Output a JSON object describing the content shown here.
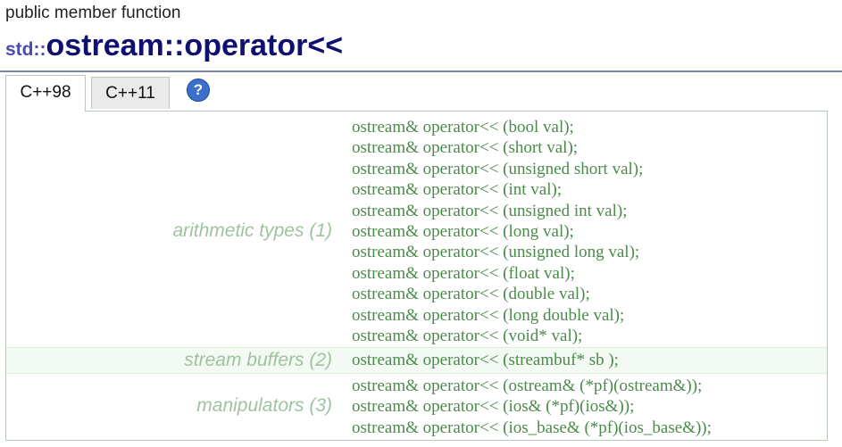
{
  "header": {
    "subtitle": "public member function",
    "namespace": "std::",
    "class_name": "ostream",
    "operator": "::operator<<"
  },
  "tabs": [
    {
      "label": "C++98",
      "active": true
    },
    {
      "label": "C++11",
      "active": false
    }
  ],
  "help_icon": "?",
  "groups": [
    {
      "label": "arithmetic types (1)",
      "declarations": [
        "ostream& operator<< (bool val);",
        "ostream& operator<< (short val);",
        "ostream& operator<< (unsigned short val);",
        "ostream& operator<< (int val);",
        "ostream& operator<< (unsigned int val);",
        "ostream& operator<< (long val);",
        "ostream& operator<< (unsigned long val);",
        "ostream& operator<< (float val);",
        "ostream& operator<< (double val);",
        "ostream& operator<< (long double val);",
        "ostream& operator<< (void* val);"
      ]
    },
    {
      "label": "stream buffers (2)",
      "declarations": [
        "ostream& operator<< (streambuf* sb );"
      ]
    },
    {
      "label": "manipulators (3)",
      "declarations": [
        "ostream& operator<< (ostream& (*pf)(ostream&));",
        "ostream& operator<< (ios& (*pf)(ios&));",
        "ostream& operator<< (ios_base& (*pf)(ios_base&));"
      ]
    }
  ],
  "colors": {
    "title_navy": "#101070",
    "namespace_blue": "#4a4ab6",
    "code_green": "#4b8a4b",
    "label_green": "#9fc39f",
    "help_blue": "#3a6fcc"
  }
}
